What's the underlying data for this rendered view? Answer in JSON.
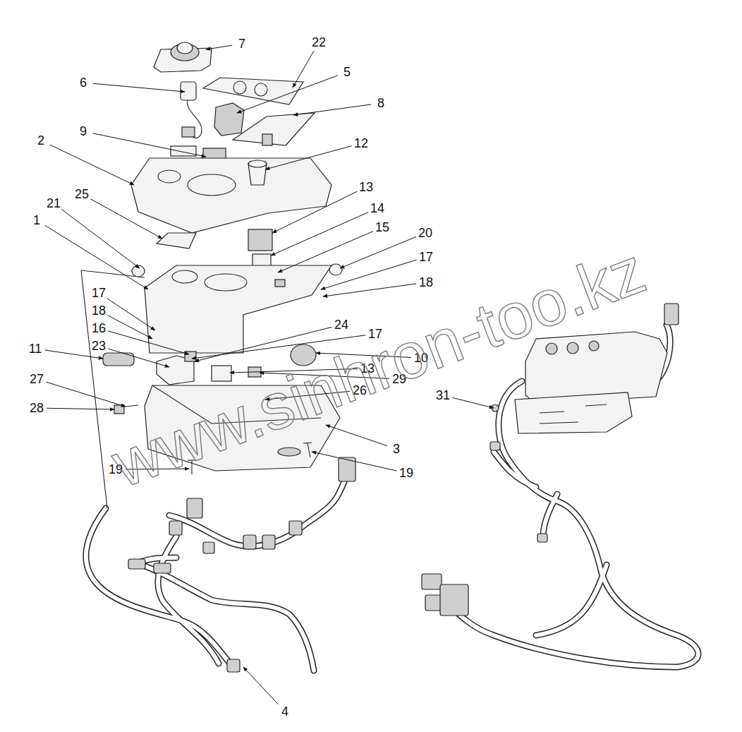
{
  "diagram": {
    "labels": [
      "7",
      "22",
      "5",
      "6",
      "8",
      "9",
      "2",
      "12",
      "13",
      "25",
      "21",
      "14",
      "1",
      "15",
      "20",
      "17",
      "18",
      "17",
      "18",
      "24",
      "16",
      "17",
      "11",
      "10",
      "23",
      "13",
      "29",
      "26",
      "27",
      "28",
      "31",
      "3",
      "19",
      "19",
      "4",
      "www.sinhron-too.kz"
    ]
  }
}
